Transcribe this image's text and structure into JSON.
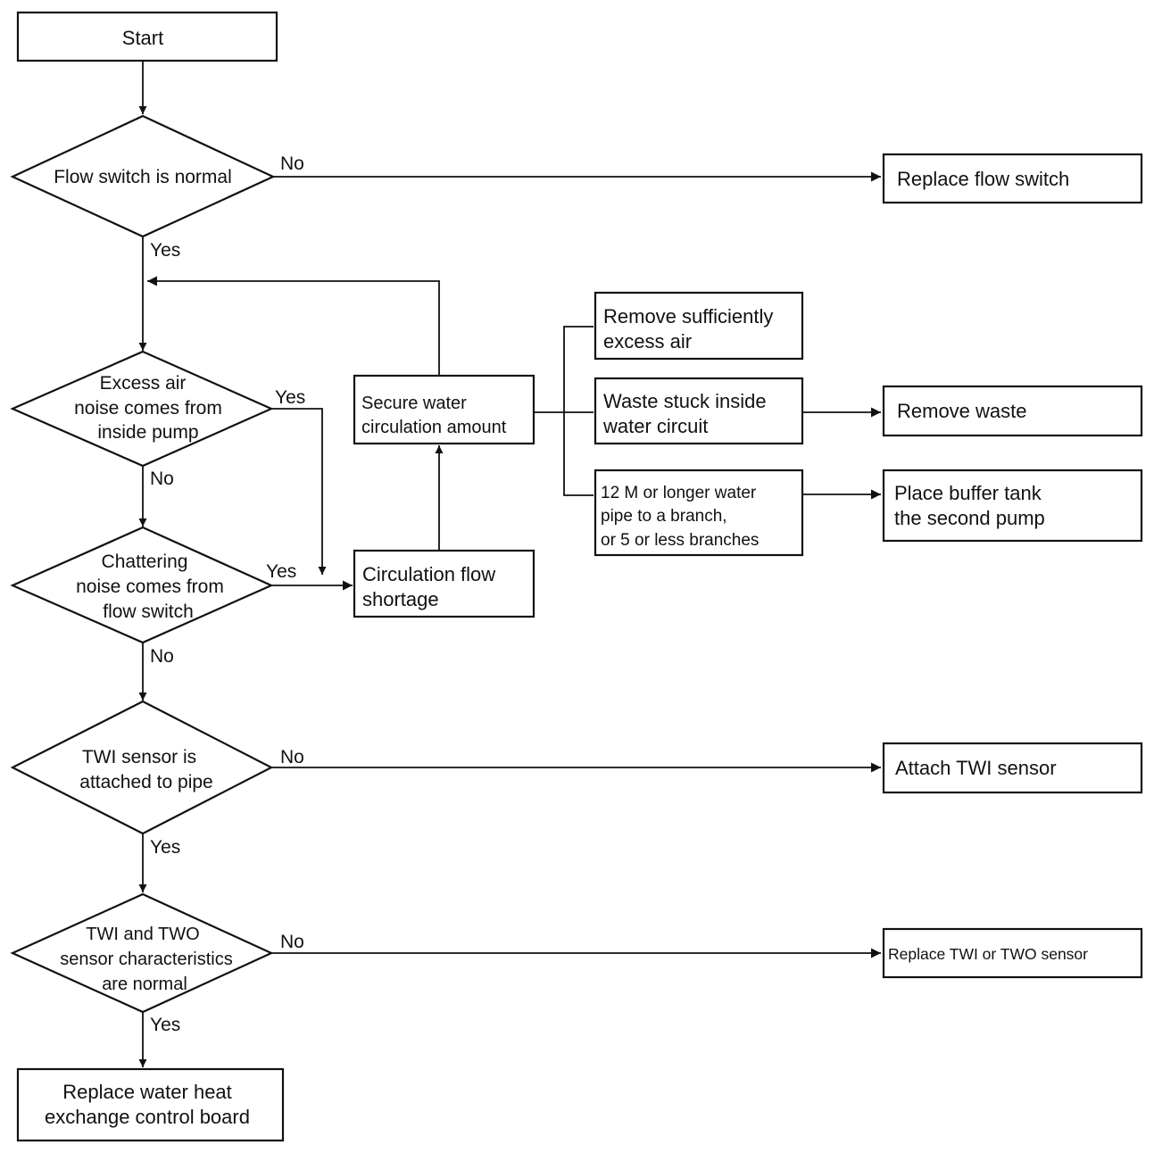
{
  "nodes": {
    "start": "Start",
    "flow_switch_normal": "Flow switch is normal",
    "replace_flow_switch": "Replace flow switch",
    "excess_air": [
      "Excess air",
      "noise comes from",
      "inside pump"
    ],
    "secure_water": [
      "Secure water",
      "circulation amount"
    ],
    "remove_air": [
      "Remove sufficiently",
      "excess air"
    ],
    "waste_stuck": [
      "Waste stuck inside",
      "water circuit"
    ],
    "remove_waste": "Remove waste",
    "long_pipe": [
      "12 M or longer water",
      "pipe to a branch,",
      "or 5 or less branches"
    ],
    "buffer_tank": [
      "Place buffer tank",
      "the second pump"
    ],
    "chattering": [
      "Chattering",
      "noise comes from",
      "flow switch"
    ],
    "circulation_shortage": [
      "Circulation flow",
      "shortage"
    ],
    "twi_attached": [
      "TWI sensor is",
      "attached to pipe"
    ],
    "attach_twi": "Attach TWI sensor",
    "twi_two_normal": [
      "TWI and TWO",
      "sensor characteristics",
      "are normal"
    ],
    "replace_sensor": "Replace TWI or TWO sensor",
    "replace_board": [
      "Replace water heat",
      "exchange control board"
    ]
  },
  "labels": {
    "yes": "Yes",
    "no": "No"
  }
}
